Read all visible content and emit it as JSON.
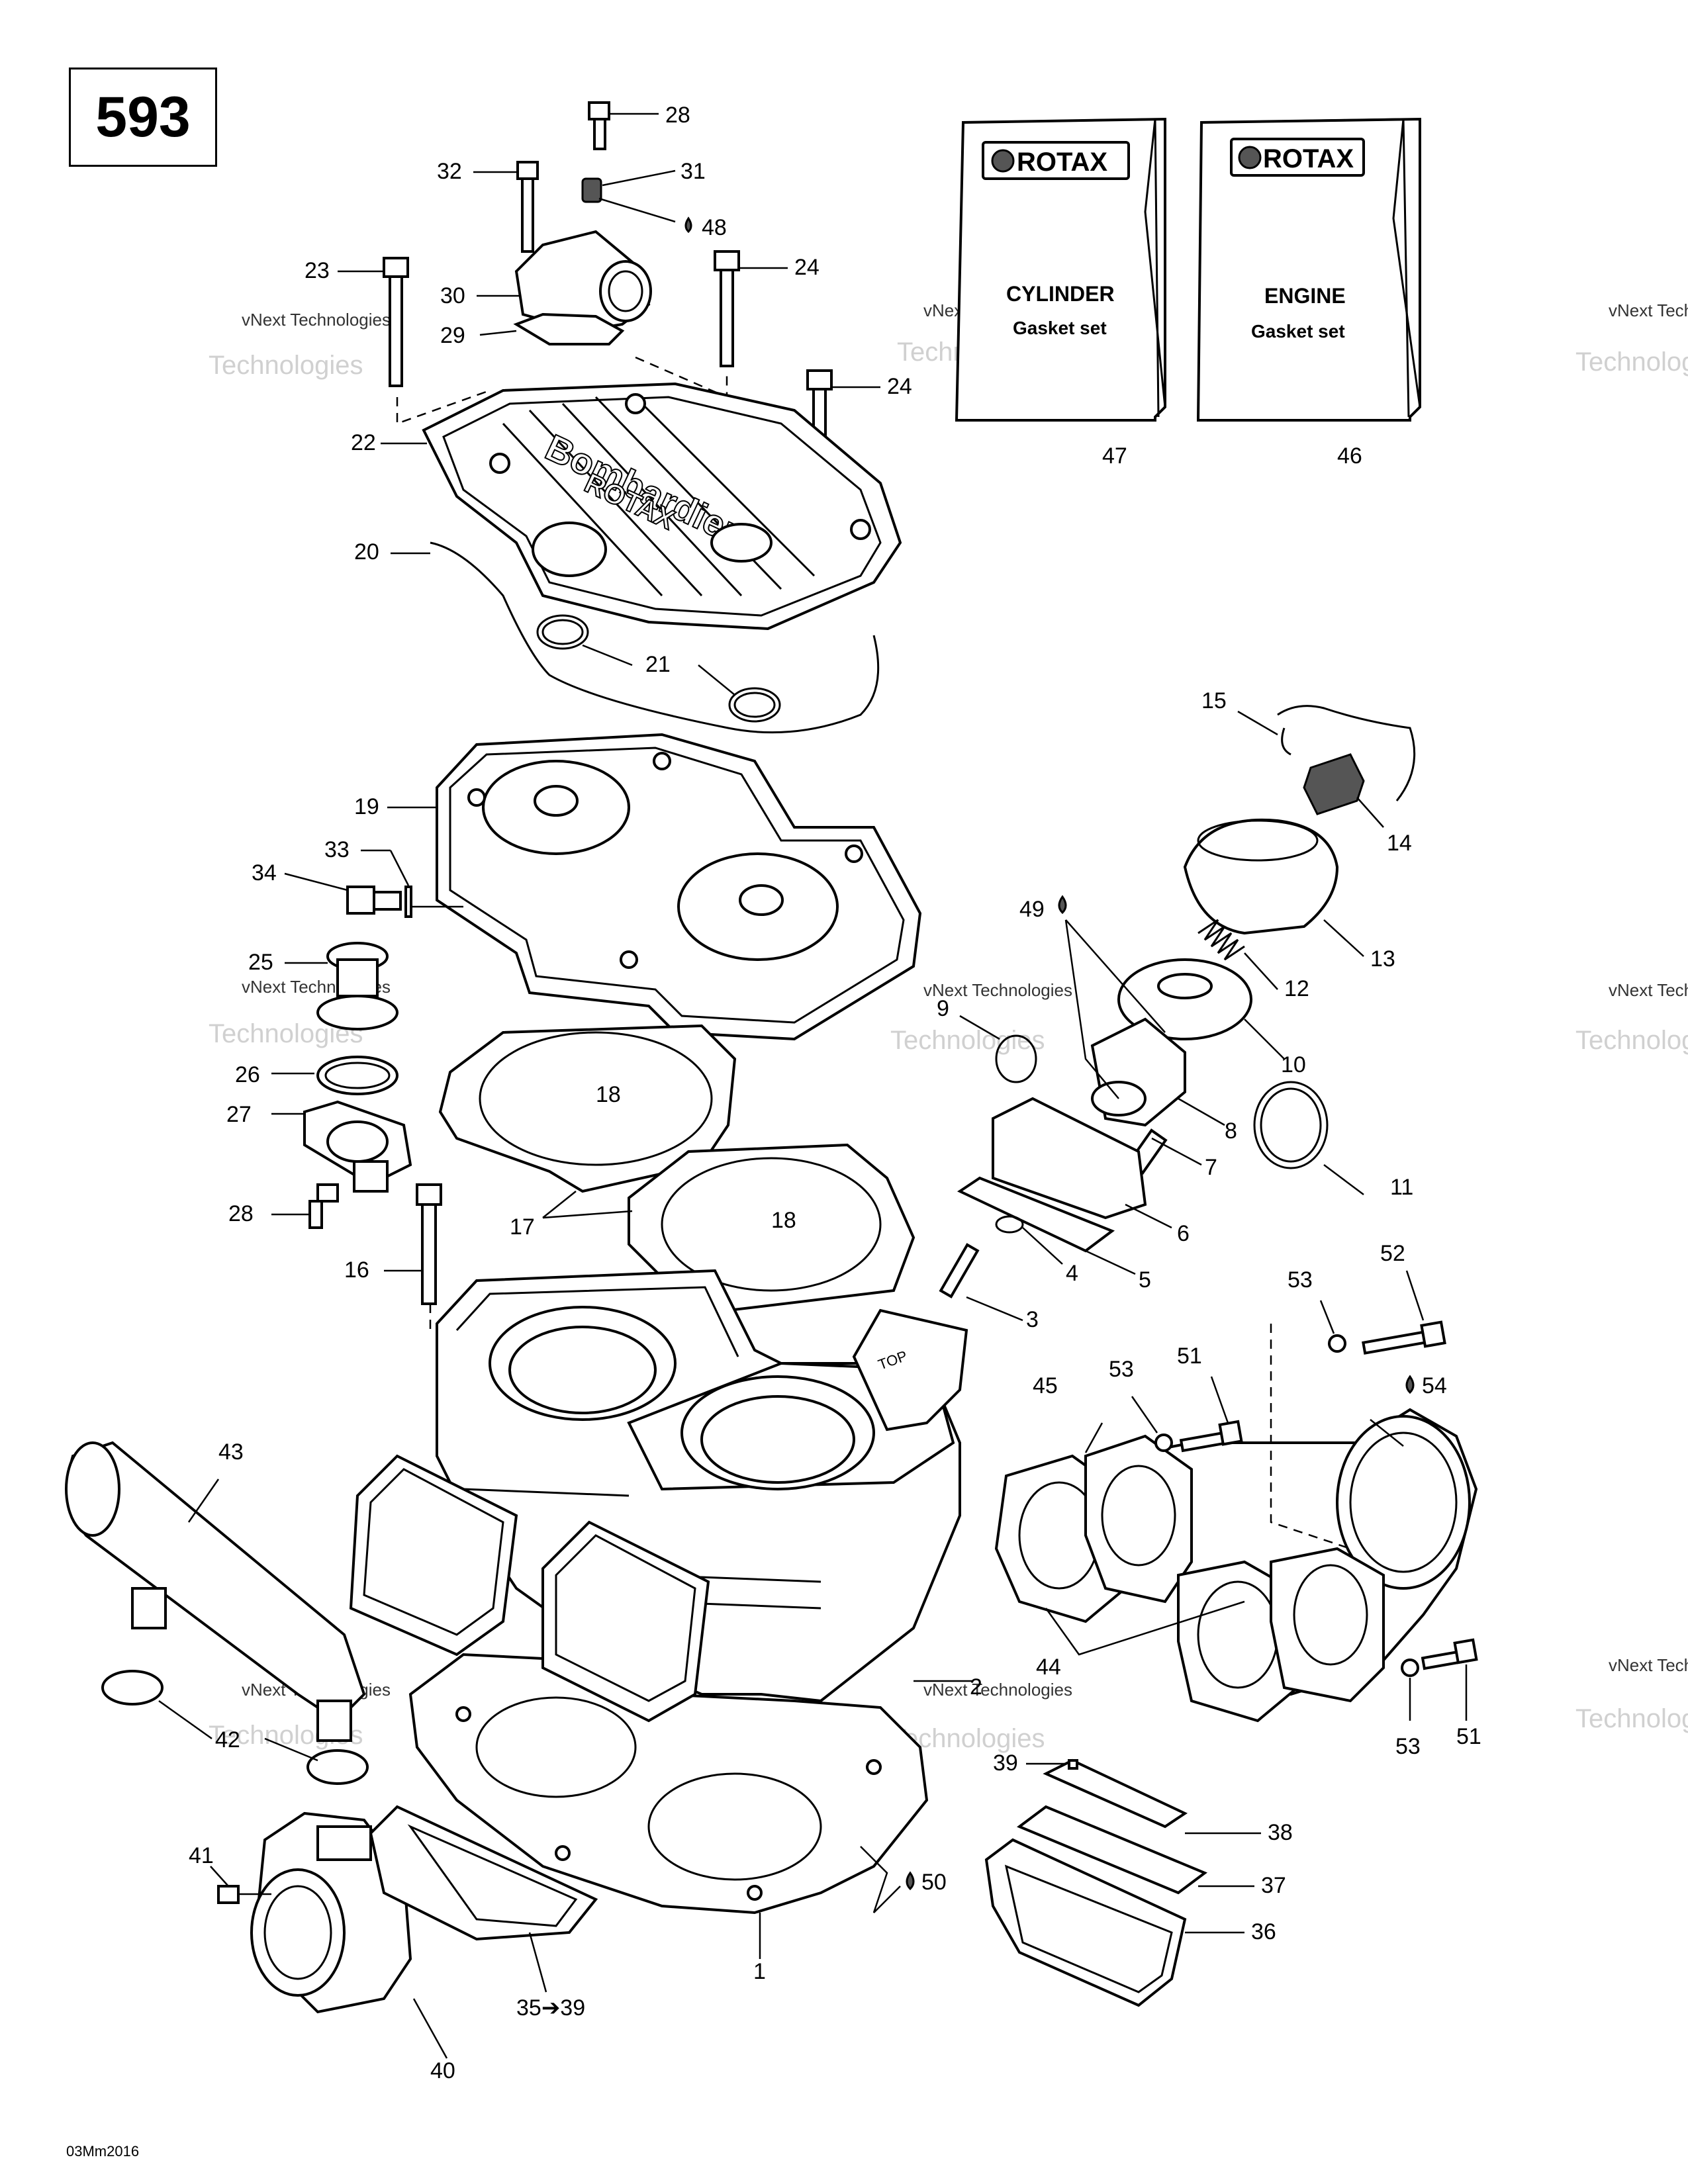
{
  "page_number": "593",
  "figure_code": "03Mm2016",
  "watermark": {
    "line1": "vNext Technologies",
    "line2": "Technologies",
    "line3": "vNext"
  },
  "kits": [
    {
      "brand": "ROTAX",
      "title": "CYLINDER",
      "subtitle": "Gasket set",
      "ref": "47"
    },
    {
      "brand": "ROTAX",
      "title": "ENGINE",
      "subtitle": "Gasket set",
      "ref": "46"
    }
  ],
  "cover_text": [
    "Bombardier",
    "ROTAX"
  ],
  "piston_text": "TOP",
  "callouts": [
    "1",
    "2",
    "3",
    "4",
    "5",
    "6",
    "7",
    "8",
    "9",
    "10",
    "11",
    "12",
    "13",
    "14",
    "15",
    "16",
    "17",
    "18",
    "18",
    "19",
    "20",
    "21",
    "22",
    "23",
    "24",
    "24",
    "25",
    "26",
    "27",
    "28",
    "28",
    "29",
    "30",
    "31",
    "32",
    "33",
    "34",
    "35➔39",
    "36",
    "37",
    "38",
    "39",
    "40",
    "41",
    "42",
    "43",
    "44",
    "45",
    "49",
    "50",
    "51",
    "51",
    "52",
    "53",
    "53",
    "53",
    "54",
    "48"
  ]
}
